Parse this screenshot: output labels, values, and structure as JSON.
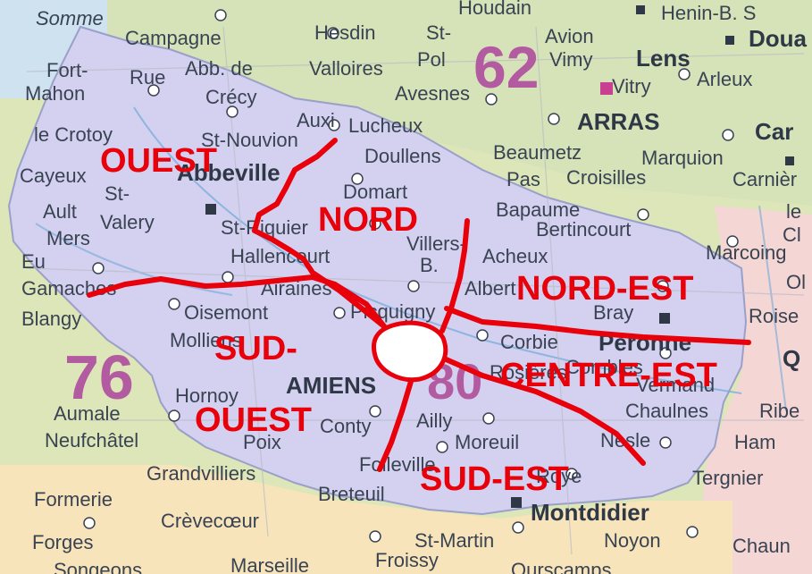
{
  "map": {
    "colors": {
      "somme": "#d3d0f0",
      "north": "#d6e2b8",
      "west": "#dde6b8",
      "south": "#f7e4ba",
      "east": "#f4d6d4",
      "sea": "#cfe2f0",
      "sector_lines": "#e8000a",
      "dept_number": "#b35ba0"
    },
    "departments": [
      {
        "id": "62",
        "label": "62"
      },
      {
        "id": "76",
        "label": "76"
      },
      {
        "id": "80",
        "label": "80"
      }
    ],
    "sectors": [
      {
        "id": "ouest",
        "label": "OUEST"
      },
      {
        "id": "nord",
        "label": "NORD"
      },
      {
        "id": "nord-est",
        "label": "NORD-EST"
      },
      {
        "id": "sud-ouest-1",
        "label": "SUD-"
      },
      {
        "id": "sud-ouest-2",
        "label": "OUEST"
      },
      {
        "id": "centre-est",
        "label": "CENTRE-EST"
      },
      {
        "id": "sud-est",
        "label": "SUD-EST"
      }
    ],
    "towns": [
      "Somme",
      "Campagne",
      "Hesdin",
      "St-",
      "Pol",
      "Houdain",
      "Avion",
      "Vimy",
      "Lens",
      "Henin-B. S",
      "Doua",
      "Fort-",
      "Mahon",
      "Rue",
      "Abb. de",
      "Valloires",
      "Crécy",
      "Avesnes",
      "Vitry",
      "Arleux",
      "le Crotoy",
      "Auxi",
      "Lucheux",
      "ARRAS",
      "Car",
      "St-Nouvion",
      "Abbeville",
      "Doullens",
      "Beaumetz",
      "Marquion",
      "Cayeux",
      "St-",
      "Valery",
      "Pas",
      "Croisilles",
      "Carnièr",
      "Ault",
      "Mers",
      "Domart",
      "Bapaume",
      "Bertincourt",
      "Marcoing",
      "Eu",
      "St-Riquier",
      "Hallencourt",
      "Villers-",
      "B.",
      "Acheux",
      "Gamaches",
      "Airaines",
      "Albert",
      "Péronne",
      "Blangy",
      "Oisemont",
      "Picquigny",
      "Bray",
      "Roise",
      "Molliens",
      "Corbie",
      "Combles",
      "Q",
      "AMIENS",
      "Rosières",
      "Vermand",
      "Hornoy",
      "Aumale",
      "Chaulnes",
      "Ribe",
      "Neufchâtel",
      "Poix",
      "Conty",
      "Ailly",
      "Moreuil",
      "Nesle",
      "Ham",
      "Grandvilliers",
      "Breteuil",
      "Folleville",
      "Roye",
      "Tergnier",
      "Formerie",
      "Montdidier",
      "Crèvecœur",
      "Forges",
      "Marseille",
      "Froissy",
      "St-Martin",
      "Noyon",
      "Chaun",
      "Songeons",
      "Ourscamps",
      "le",
      "Cl",
      "Ol"
    ]
  }
}
